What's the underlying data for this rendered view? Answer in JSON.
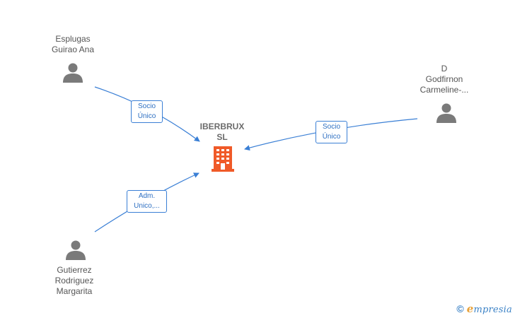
{
  "company": {
    "name_line1": "IBERBRUX",
    "name_line2": "SL",
    "icon": "building-icon",
    "color": "#f05a28"
  },
  "people": [
    {
      "id": "p1",
      "line1": "Esplugas",
      "line2": "Guirao Ana",
      "line3": ""
    },
    {
      "id": "p2",
      "line1": "D",
      "line2": "Godfirnon",
      "line3": "Carmeline-..."
    },
    {
      "id": "p3",
      "line1": "Gutierrez",
      "line2": "Rodriguez",
      "line3": "Margarita"
    }
  ],
  "relations": [
    {
      "from": "p1",
      "line1": "Socio",
      "line2": "Único"
    },
    {
      "from": "p2",
      "line1": "Socio",
      "line2": "Único"
    },
    {
      "from": "p3",
      "line1": "Adm.",
      "line2": "Unico,..."
    }
  ],
  "colors": {
    "edge": "#3a7fd5",
    "person": "#7a7a7a",
    "label_text": "#555555"
  },
  "watermark": {
    "symbol": "©",
    "brand_initial": "e",
    "brand_rest": "mpresia"
  }
}
